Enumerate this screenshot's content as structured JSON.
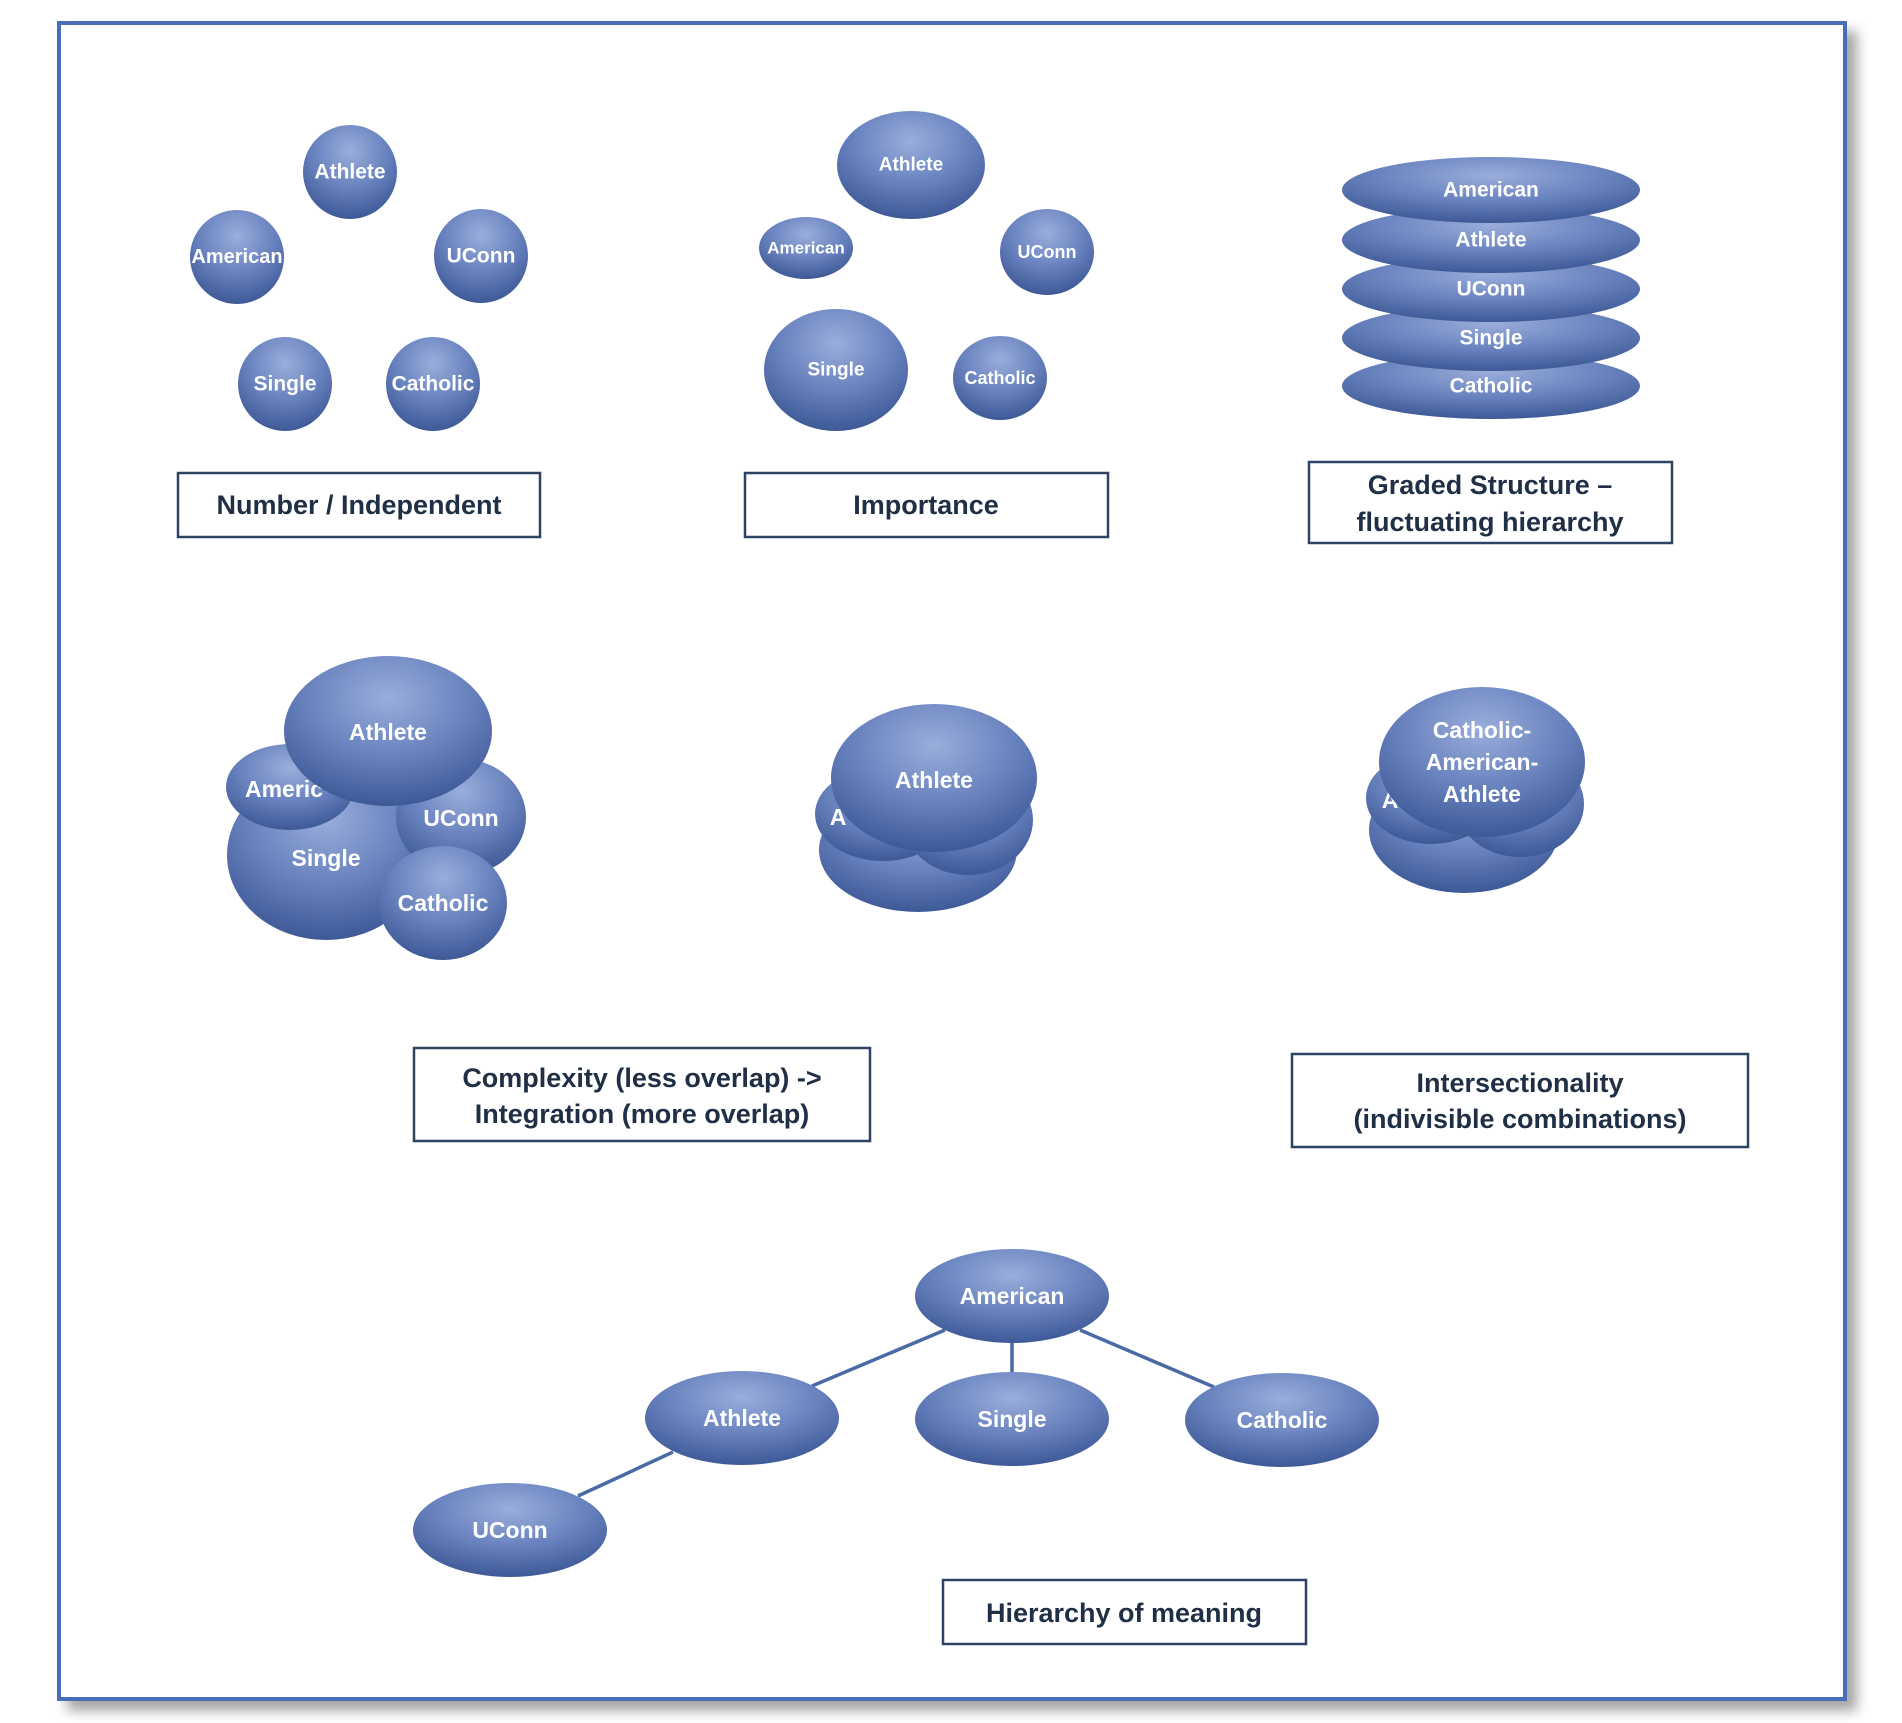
{
  "colors": {
    "node_light": "#97aad8",
    "node_dark": "#3d5997",
    "border": "#4a6db8",
    "caption_border": "#2e4363",
    "caption_text": "#1f2f45"
  },
  "panels": {
    "number": {
      "nodes": [
        "Athlete",
        "American",
        "UConn",
        "Single",
        "Catholic"
      ],
      "caption": [
        "Number / Independent"
      ]
    },
    "importance": {
      "nodes": [
        "Athlete",
        "American",
        "UConn",
        "Single",
        "Catholic"
      ],
      "caption": [
        "Importance"
      ]
    },
    "graded": {
      "nodes": [
        "American",
        "Athlete",
        "UConn",
        "Single",
        "Catholic"
      ],
      "caption": [
        "Graded Structure –",
        "fluctuating hierarchy"
      ]
    },
    "complexity": {
      "nodes": [
        "Single",
        "Americ",
        "UConn",
        "Catholic",
        "Athlete"
      ],
      "caption": [
        "Complexity (less overlap) ->",
        "Integration (more overlap)"
      ]
    },
    "integration": {
      "nodes": [
        "A",
        "Athlete"
      ]
    },
    "intersectionality": {
      "nodes": [
        "A",
        "Catholic-",
        "American-",
        "Athlete"
      ],
      "caption": [
        "Intersectionality",
        "(indivisible combinations)"
      ]
    },
    "hierarchy": {
      "nodes": [
        "American",
        "Athlete",
        "Single",
        "Catholic",
        "UConn"
      ],
      "caption": [
        "Hierarchy of meaning"
      ]
    }
  }
}
